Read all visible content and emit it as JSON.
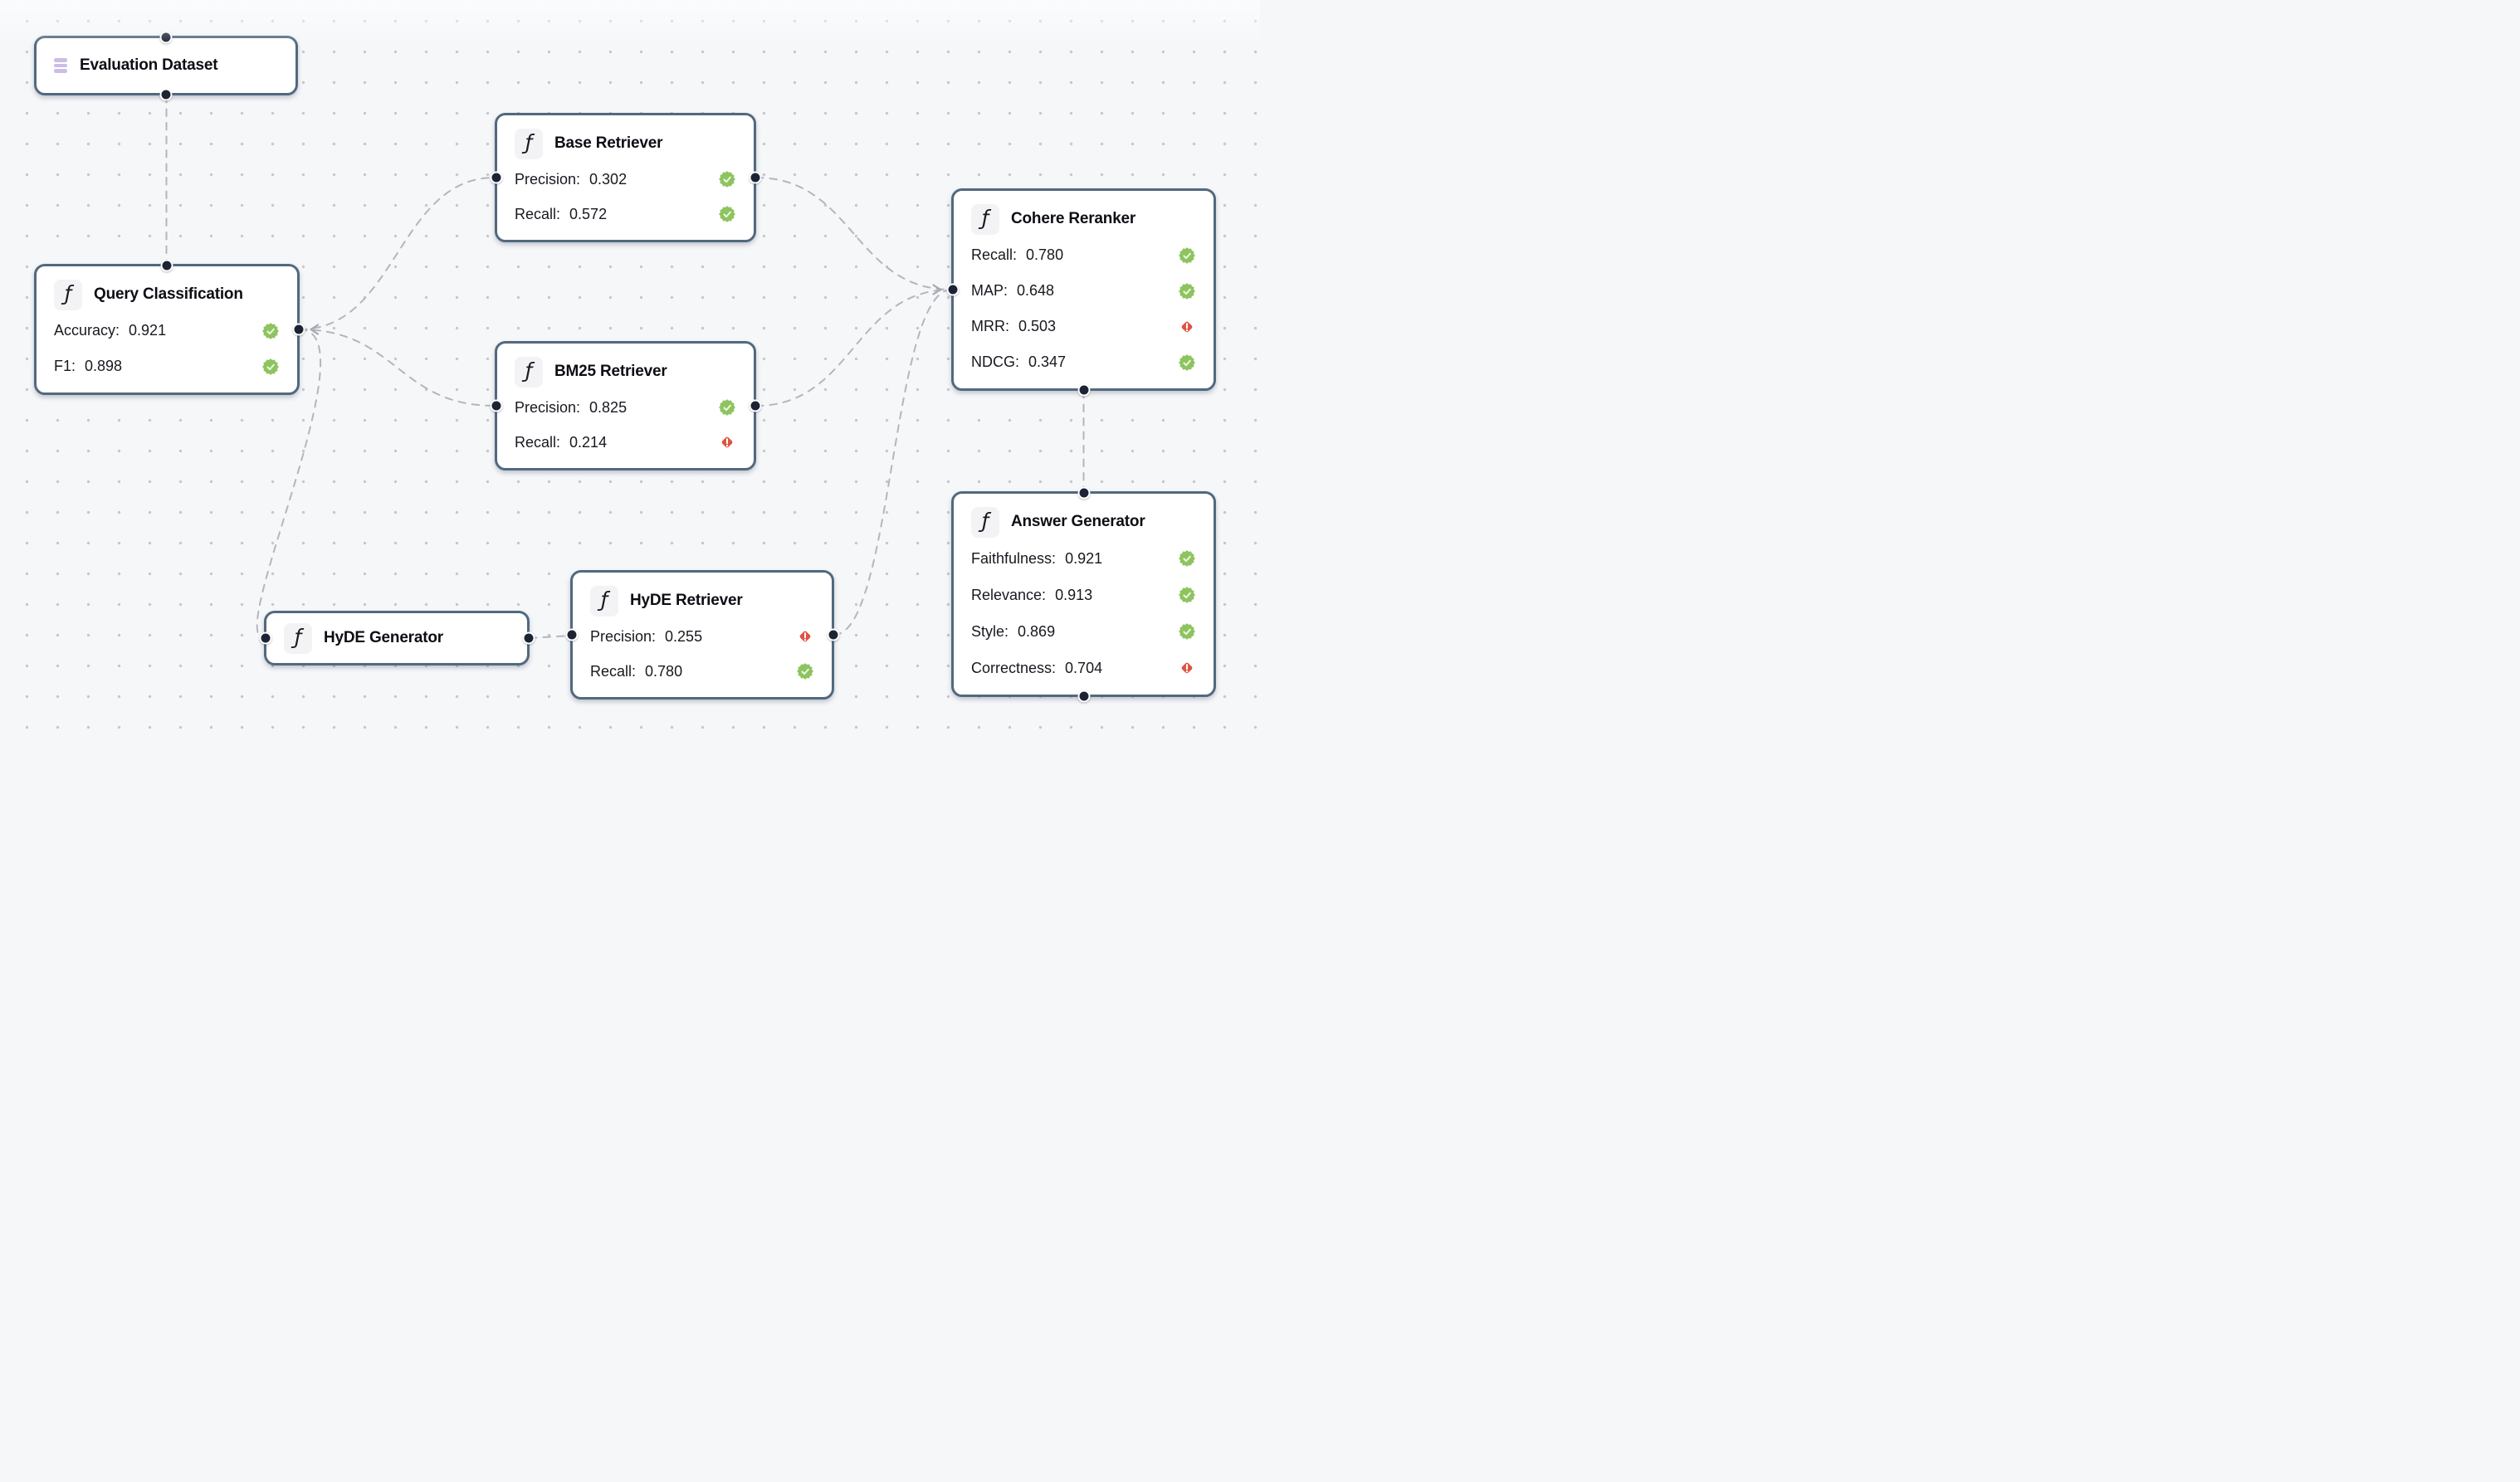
{
  "canvas": {
    "background": "#f6f7f9",
    "dot_color": "#c6c7ce"
  },
  "colors": {
    "node_border": "#51697e",
    "node_background": "#ffffff",
    "edge": "#b4b6bd",
    "handle": "#1d2334",
    "pass_badge": "#8ec45f",
    "fail_badge": "#df5240",
    "dataset_icon": "#cbbde7",
    "function_chip_background": "#f3f3f5"
  },
  "icons": {
    "function_glyph": "ƒ"
  },
  "nodes": [
    {
      "id": "evaluation-dataset",
      "type": "dataset",
      "title": "Evaluation Dataset",
      "metrics": []
    },
    {
      "id": "query-classification",
      "type": "function",
      "title": "Query Classification",
      "metrics": [
        {
          "label": "Accuracy:",
          "value": "0.921",
          "status": "pass"
        },
        {
          "label": "F1:",
          "value": "0.898",
          "status": "pass"
        }
      ]
    },
    {
      "id": "base-retriever",
      "type": "function",
      "title": "Base Retriever",
      "metrics": [
        {
          "label": "Precision:",
          "value": "0.302",
          "status": "pass"
        },
        {
          "label": "Recall:",
          "value": "0.572",
          "status": "pass"
        }
      ]
    },
    {
      "id": "bm25-retriever",
      "type": "function",
      "title": "BM25 Retriever",
      "metrics": [
        {
          "label": "Precision:",
          "value": "0.825",
          "status": "pass"
        },
        {
          "label": "Recall:",
          "value": "0.214",
          "status": "fail"
        }
      ]
    },
    {
      "id": "hyde-generator",
      "type": "function",
      "title": "HyDE Generator",
      "metrics": []
    },
    {
      "id": "hyde-retriever",
      "type": "function",
      "title": "HyDE Retriever",
      "metrics": [
        {
          "label": "Precision:",
          "value": "0.255",
          "status": "fail"
        },
        {
          "label": "Recall:",
          "value": "0.780",
          "status": "pass"
        }
      ]
    },
    {
      "id": "cohere-reranker",
      "type": "function",
      "title": "Cohere Reranker",
      "metrics": [
        {
          "label": "Recall:",
          "value": "0.780",
          "status": "pass"
        },
        {
          "label": "MAP:",
          "value": "0.648",
          "status": "pass"
        },
        {
          "label": "MRR:",
          "value": "0.503",
          "status": "fail"
        },
        {
          "label": "NDCG:",
          "value": "0.347",
          "status": "pass"
        }
      ]
    },
    {
      "id": "answer-generator",
      "type": "function",
      "title": "Answer Generator",
      "metrics": [
        {
          "label": "Faithfulness:",
          "value": "0.921",
          "status": "pass"
        },
        {
          "label": "Relevance:",
          "value": "0.913",
          "status": "pass"
        },
        {
          "label": "Style:",
          "value": "0.869",
          "status": "pass"
        },
        {
          "label": "Correctness:",
          "value": "0.704",
          "status": "fail"
        }
      ]
    }
  ],
  "edges": [
    {
      "from": "evaluation-dataset",
      "to": "query-classification"
    },
    {
      "from": "query-classification",
      "to": "base-retriever"
    },
    {
      "from": "query-classification",
      "to": "bm25-retriever"
    },
    {
      "from": "query-classification",
      "to": "hyde-generator"
    },
    {
      "from": "hyde-generator",
      "to": "hyde-retriever"
    },
    {
      "from": "base-retriever",
      "to": "cohere-reranker"
    },
    {
      "from": "bm25-retriever",
      "to": "cohere-reranker"
    },
    {
      "from": "hyde-retriever",
      "to": "cohere-reranker"
    },
    {
      "from": "cohere-reranker",
      "to": "answer-generator"
    }
  ]
}
